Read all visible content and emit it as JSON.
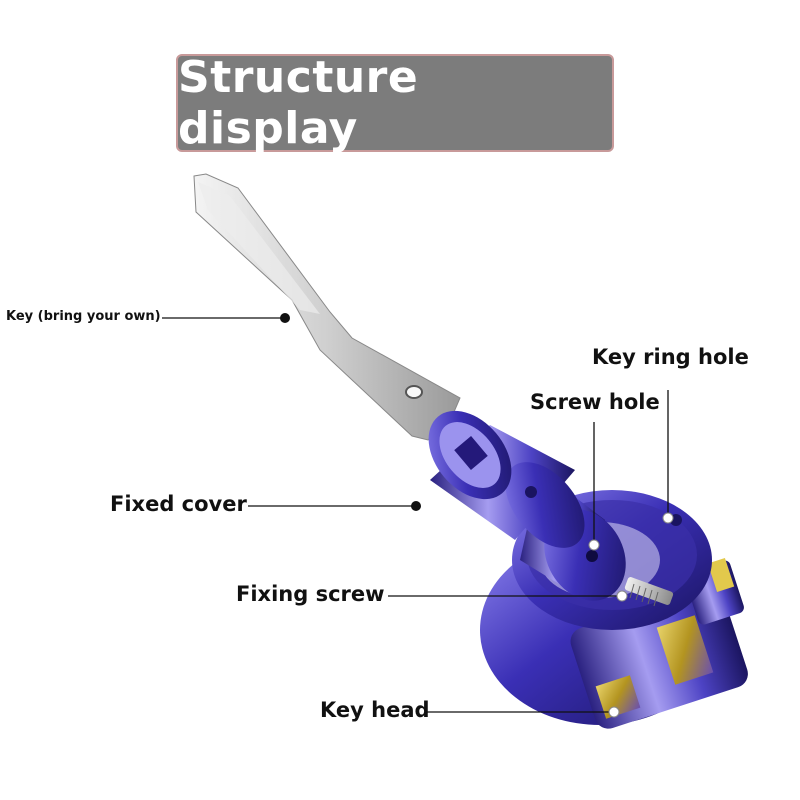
{
  "title": "Structure display",
  "labels": {
    "key": "Key (bring your own)",
    "key_ring_hole": "Key ring hole",
    "screw_hole": "Screw hole",
    "fixed_cover": "Fixed cover",
    "fixing_screw": "Fixing screw",
    "key_head": "Key head"
  },
  "colors": {
    "title_bg": "#7c7c7c",
    "title_border": "#c89a9a",
    "metal_purple": "#5a4fd0",
    "metal_gold": "#c9b13a",
    "blade_silver": "#d4d4d4"
  }
}
